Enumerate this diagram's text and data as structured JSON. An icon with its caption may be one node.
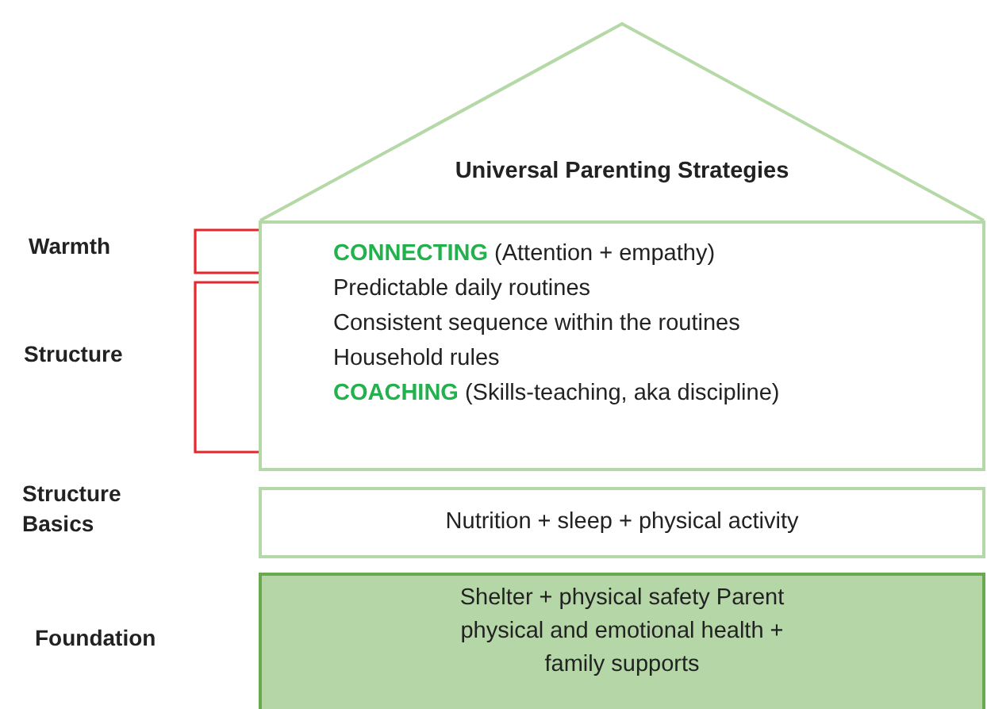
{
  "diagram": {
    "nodes": [
      {
        "text": [
          "Universal Parenting Strategies"
        ]
      },
      {
        "text": [
          "**CONNECTING** (Attention + empathy)",
          "Predictable daily routines",
          "Consistent sequence within the routines",
          "Household rules",
          "**COACHING** (Skills-teaching, aka discipline)"
        ]
      },
      {
        "text": [
          "Nutrition + sleep + physical activity"
        ]
      },
      {
        "text": [
          "Shelter + physical safety Parent physical and emotional health + family supports"
        ]
      }
    ],
    "edges": [],
    "labels": [
      "Warmth",
      "Structure",
      "Structure Basics",
      "Foundation"
    ]
  }
}
